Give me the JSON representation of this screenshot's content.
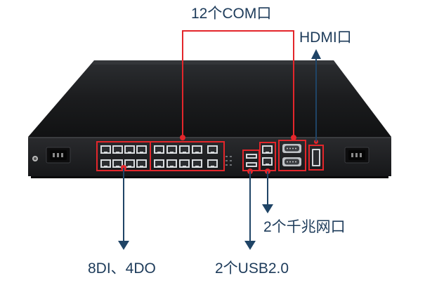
{
  "callouts": {
    "com": "12个COM口",
    "hdmi": "HDMI口",
    "lan": "2个千兆网口",
    "dio": "8DI、4DO",
    "usb": "2个USB2.0"
  },
  "colors": {
    "highlight": "#e3262b",
    "arrow": "#1f4466",
    "label": "#1d3b5a",
    "chassis": "#1a1b1d",
    "panel": "#232427"
  },
  "icons": [
    "arrow-down-icon",
    "arrow-up-icon"
  ]
}
